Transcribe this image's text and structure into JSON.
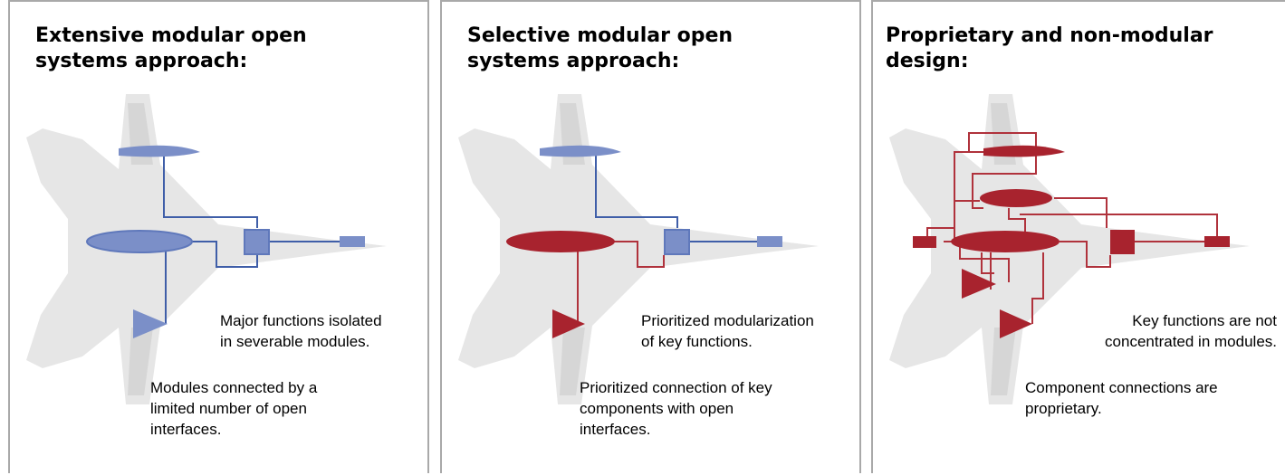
{
  "panels": [
    {
      "title": "Extensive modular open\nsystems approach:",
      "note1": "Major functions isolated\nin severable modules.",
      "note2": "Modules connected by a\nlimited number of open\ninterfaces."
    },
    {
      "title": "Selective modular open\nsystems approach:",
      "note1": "Prioritized modularization\nof key functions.",
      "note2": "Prioritized connection of key\ncomponents with open\ninterfaces."
    },
    {
      "title": "Proprietary and non-modular\ndesign:",
      "note1": "Key functions are not\nconcentrated in modules.",
      "note2": "Component connections are\nproprietary."
    }
  ],
  "colors": {
    "modular_fill": "#7b8fc8",
    "modular_line": "#3f5ea8",
    "proprietary_fill": "#a8232e",
    "proprietary_line": "#b0323c",
    "airframe": "#e6e6e6",
    "airframe_detail": "#d6d6d6",
    "panel_border": "#a9a9a9"
  }
}
